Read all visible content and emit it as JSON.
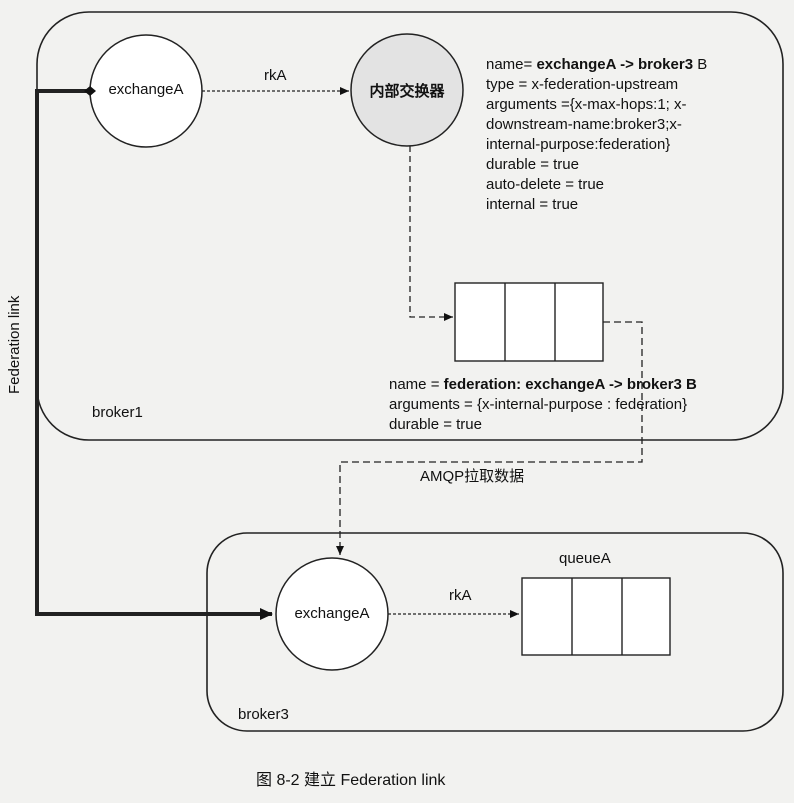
{
  "broker1": {
    "label": "broker1",
    "exchange_label": "exchangeA",
    "internal_exchange_label": "内部交换器",
    "routing_key": "rkA",
    "exchange_props": [
      {
        "pre": "name= ",
        "bold": "exchangeA -> broker3",
        "post": " B"
      },
      {
        "pre": "type = x-federation-upstream",
        "bold": "",
        "post": ""
      },
      {
        "pre": "arguments  ={x-max-hops:1; x-",
        "bold": "",
        "post": ""
      },
      {
        "pre": "downstream-name:broker3;x-",
        "bold": "",
        "post": ""
      },
      {
        "pre": "internal-purpose:federation}",
        "bold": "",
        "post": ""
      },
      {
        "pre": "durable = true",
        "bold": "",
        "post": ""
      },
      {
        "pre": "auto-delete = true",
        "bold": "",
        "post": ""
      },
      {
        "pre": "internal = true",
        "bold": "",
        "post": ""
      }
    ],
    "queue_props": [
      {
        "pre": "name = ",
        "bold": "federation: exchangeA -> broker3 B",
        "post": ""
      },
      {
        "pre": "arguments = {x-internal-purpose : federation}",
        "bold": "",
        "post": ""
      },
      {
        "pre": "durable = true",
        "bold": "",
        "post": ""
      }
    ]
  },
  "federation_link_label": "Federation link",
  "amqp_label": "AMQP拉取数据",
  "broker3": {
    "label": "broker3",
    "exchange_label": "exchangeA",
    "routing_key": "rkA",
    "queue_label": "queueA"
  },
  "caption": "图 8-2   建立 Federation link"
}
